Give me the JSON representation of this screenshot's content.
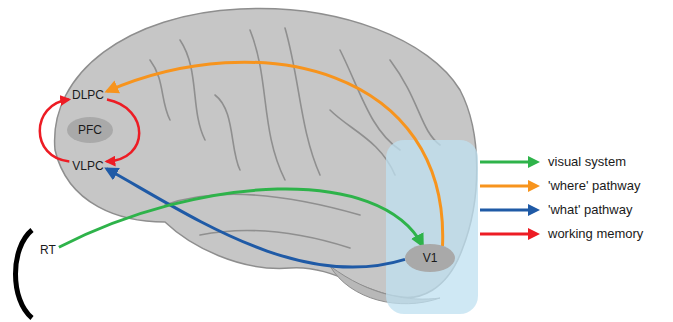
{
  "diagram": {
    "nodes": [
      {
        "text": [
          "DLPC"
        ]
      },
      {
        "text": [
          "PFC"
        ]
      },
      {
        "text": [
          "VLPC"
        ]
      },
      {
        "text": [
          "RT"
        ]
      },
      {
        "text": [
          "V1"
        ]
      }
    ],
    "edges": [
      {
        "from": 4,
        "to": 0,
        "arrow": "to"
      },
      {
        "from": 4,
        "to": 2,
        "arrow": "to"
      },
      {
        "from": 3,
        "to": 4,
        "arrow": "to"
      },
      {
        "from": 0,
        "to": 2,
        "arrow": "to"
      },
      {
        "from": 2,
        "to": 0,
        "arrow": "to"
      }
    ],
    "legend": [
      {
        "text": "visual system"
      },
      {
        "text": "'where' pathway"
      },
      {
        "text": "'what' pathway"
      },
      {
        "text": "working memory"
      }
    ]
  }
}
